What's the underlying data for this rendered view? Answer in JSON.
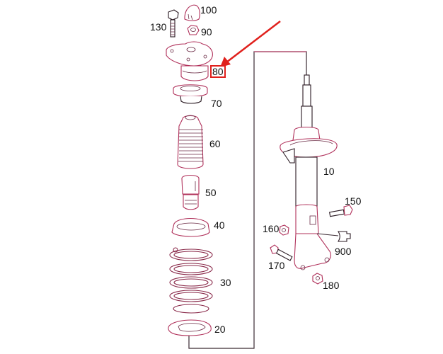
{
  "diagram": {
    "title": "Front strut / shock absorber assembly exploded view",
    "highlight_color": "#e0201c",
    "highlighted_part": "80",
    "parts": [
      {
        "id": "100",
        "label": "100",
        "name": "protective cap"
      },
      {
        "id": "130",
        "label": "130",
        "name": "bolt"
      },
      {
        "id": "90",
        "label": "90",
        "name": "nut"
      },
      {
        "id": "80",
        "label": "80",
        "name": "strut mount"
      },
      {
        "id": "70",
        "label": "70",
        "name": "upper spring seat"
      },
      {
        "id": "60",
        "label": "60",
        "name": "dust boot"
      },
      {
        "id": "50",
        "label": "50",
        "name": "bump stop"
      },
      {
        "id": "40",
        "label": "40",
        "name": "spring pad"
      },
      {
        "id": "30",
        "label": "30",
        "name": "coil spring"
      },
      {
        "id": "20",
        "label": "20",
        "name": "lower spring pad"
      },
      {
        "id": "10",
        "label": "10",
        "name": "shock absorber"
      },
      {
        "id": "150",
        "label": "150",
        "name": "bolt"
      },
      {
        "id": "160",
        "label": "160",
        "name": "nut"
      },
      {
        "id": "900",
        "label": "900",
        "name": "bracket"
      },
      {
        "id": "170",
        "label": "170",
        "name": "bolt"
      },
      {
        "id": "180",
        "label": "180",
        "name": "nut"
      }
    ]
  }
}
